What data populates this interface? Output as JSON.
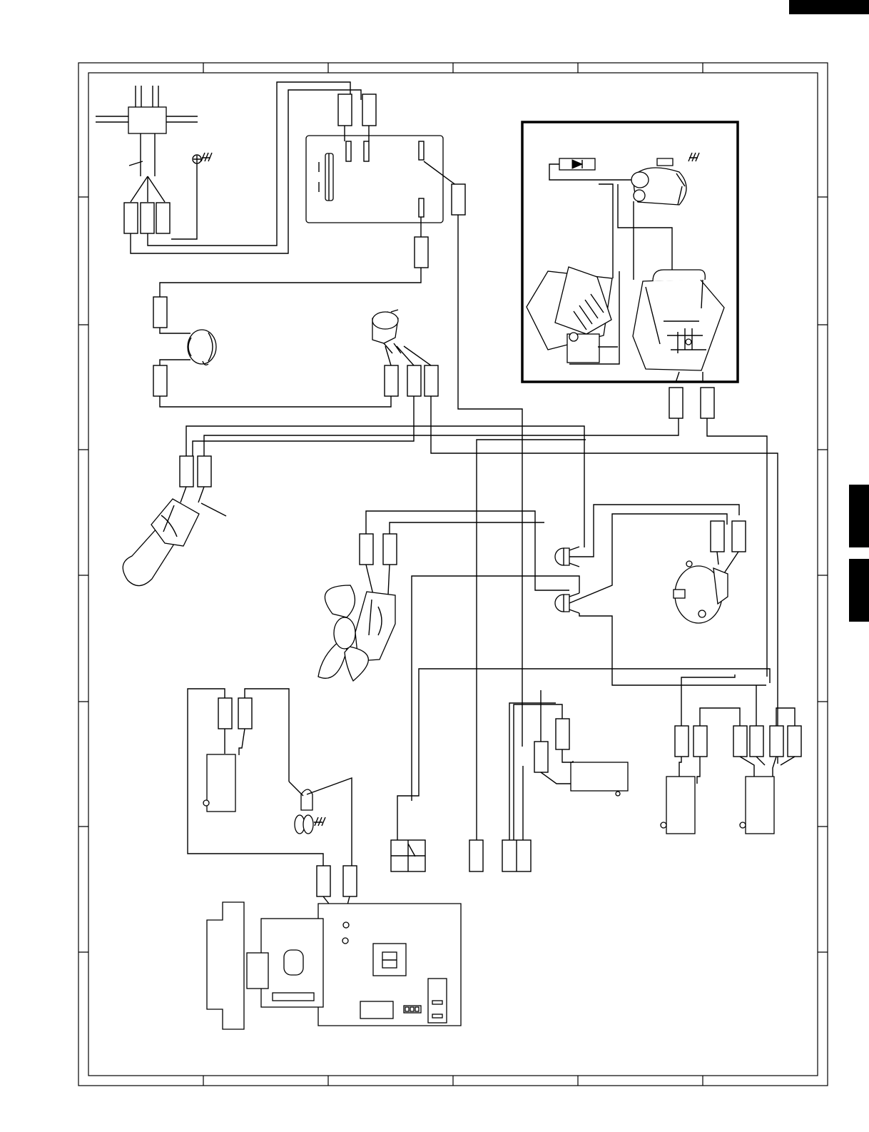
{
  "page": {
    "header_tab_color": "#000000",
    "side_tab_color": "#000000"
  },
  "diagram": {
    "kind": "wiring-diagram",
    "labels": [],
    "components": [
      "power-cord",
      "ground-terminal",
      "noise-filter",
      "fuse",
      "thermal-cutout",
      "monitor-switch",
      "oven-lamp",
      "fan-motor",
      "turntable-motor",
      "high-voltage-circuit",
      "magnetron",
      "hv-transformer",
      "hv-capacitor",
      "hv-diode",
      "interlock-switch",
      "door-sensing-switch",
      "relay",
      "control-unit",
      "touch-panel"
    ]
  }
}
